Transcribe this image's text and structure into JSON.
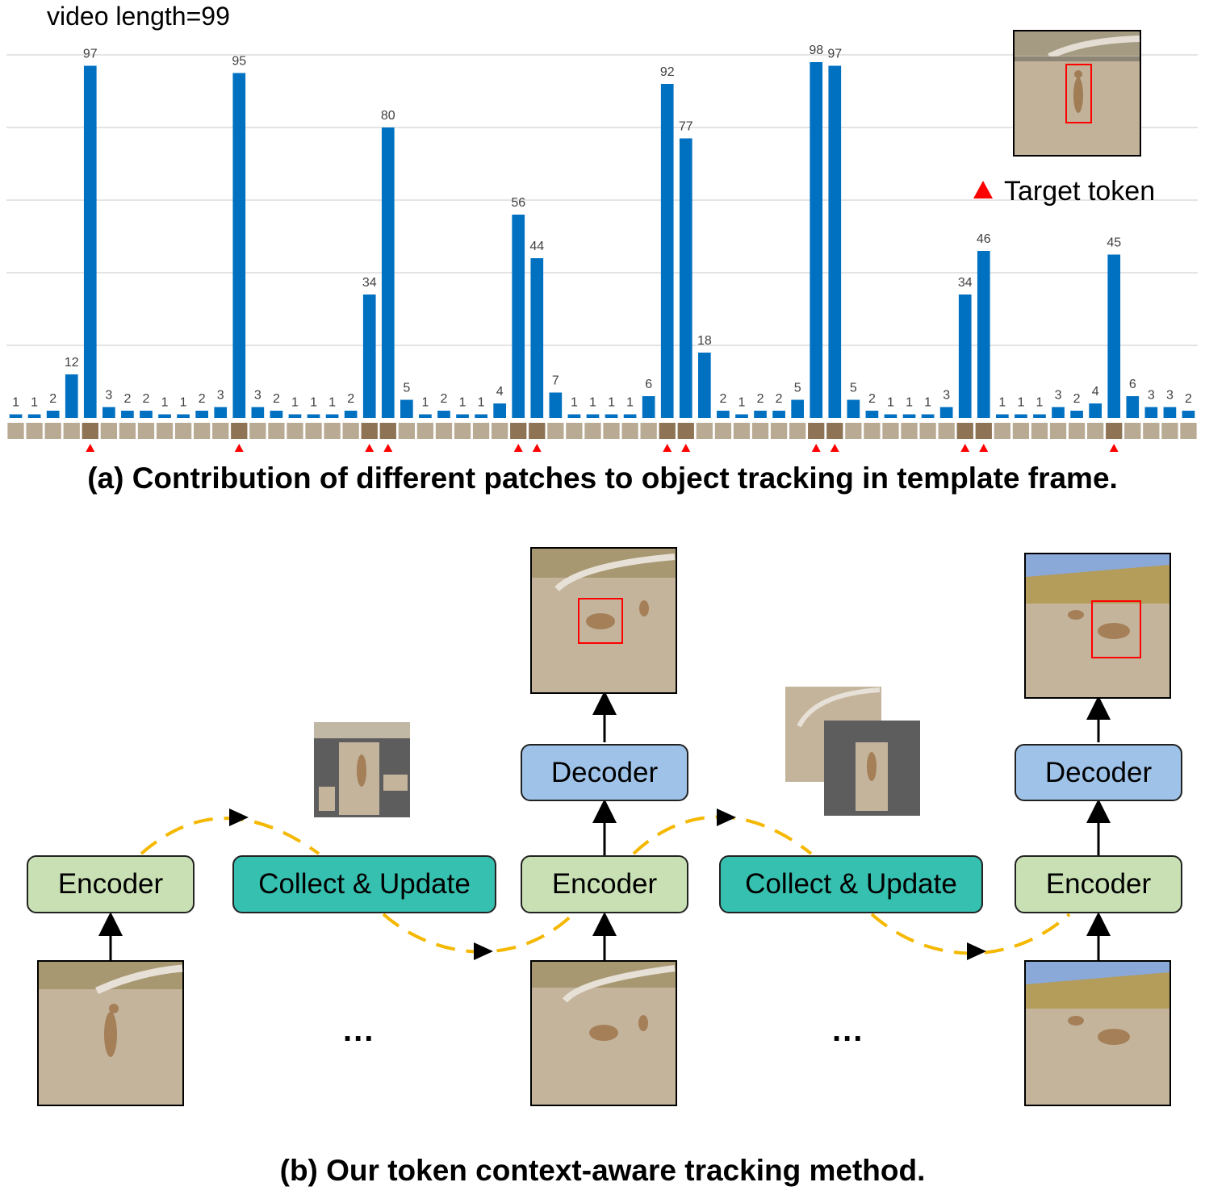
{
  "figure_a": {
    "video_length_label": "video length=99",
    "legend_label": "Target token",
    "caption": "(a) Contribution of different patches to object tracking in template frame."
  },
  "chart_data": {
    "type": "bar",
    "title": "",
    "xlabel": "",
    "ylabel": "",
    "ylim": [
      0,
      100
    ],
    "grid": true,
    "legend": "top-right",
    "bar_color": "#0070c0",
    "marker_color": "#ff0000",
    "values": [
      1,
      1,
      2,
      12,
      97,
      3,
      2,
      2,
      1,
      1,
      2,
      3,
      95,
      3,
      2,
      1,
      1,
      1,
      2,
      34,
      80,
      5,
      1,
      2,
      1,
      1,
      4,
      56,
      44,
      7,
      1,
      1,
      1,
      1,
      6,
      92,
      77,
      18,
      2,
      1,
      2,
      2,
      5,
      98,
      97,
      5,
      2,
      1,
      1,
      1,
      3,
      34,
      46,
      1,
      1,
      1,
      3,
      2,
      4,
      45,
      6,
      3,
      3,
      2
    ],
    "target_token_indices": [
      4,
      12,
      19,
      20,
      27,
      28,
      35,
      36,
      43,
      44,
      51,
      52,
      59
    ]
  },
  "figure_b": {
    "caption": "(b) Our token context-aware tracking method.",
    "encoder_label": "Encoder",
    "decoder_label": "Decoder",
    "collect_label": "Collect & Update",
    "ellipsis": "..."
  },
  "colors": {
    "encoder": "#c8e0b4",
    "decoder": "#9fc3e8",
    "collect": "#36c0b0",
    "flow_arrow": "#f5b800",
    "bbox": "#ff0000"
  }
}
